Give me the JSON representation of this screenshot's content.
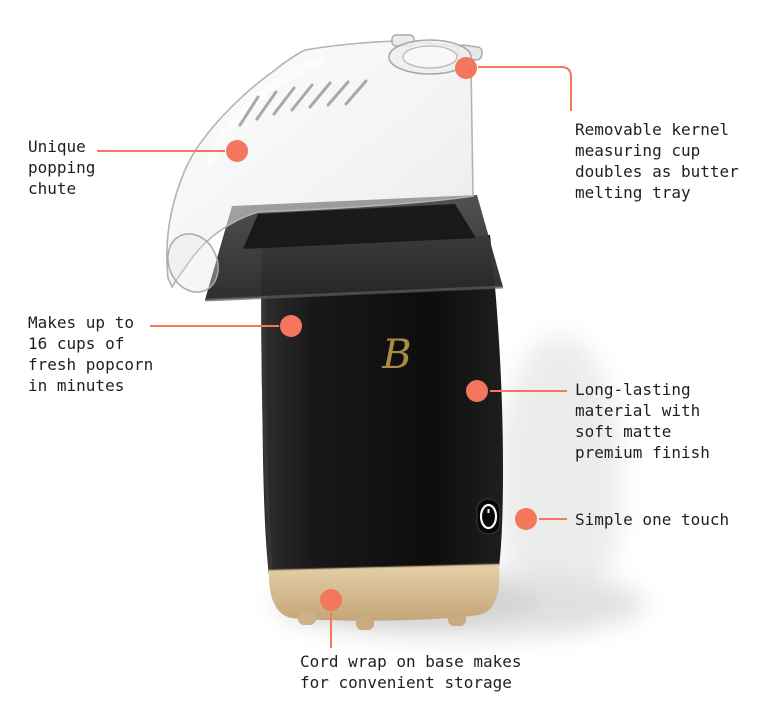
{
  "colors": {
    "accent": "#f4775d",
    "text": "#1f1f1f",
    "body_black": "#141414",
    "base_gold": "#d6bb92",
    "logo_gold": "#ad8a44",
    "background": "#ffffff"
  },
  "product": {
    "name": "hot-air-popcorn-maker",
    "logo_letter": "B"
  },
  "callouts": [
    {
      "id": "popping-chute",
      "label": "Unique\npopping\nchute",
      "side": "left"
    },
    {
      "id": "measuring-cup",
      "label": "Removable kernel\nmeasuring cup\ndoubles as butter\nmelting tray",
      "side": "right"
    },
    {
      "id": "capacity",
      "label": "Makes up to\n16 cups of\nfresh popcorn\nin minutes",
      "side": "left"
    },
    {
      "id": "material",
      "label": "Long-lasting\nmaterial with\nsoft matte\npremium finish",
      "side": "right"
    },
    {
      "id": "one-touch",
      "label": "Simple one touch",
      "side": "right"
    },
    {
      "id": "cord-wrap",
      "label": "Cord wrap on base makes\nfor convenient storage",
      "side": "bottom"
    }
  ]
}
